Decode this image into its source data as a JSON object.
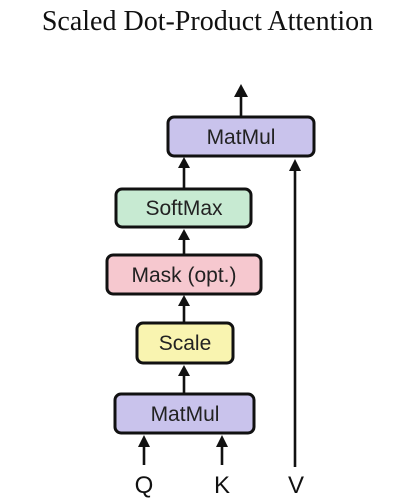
{
  "title": "Scaled Dot-Product Attention",
  "colors": {
    "matmul": "#c9c3ec",
    "softmax": "#c7ead2",
    "mask": "#f6c8cf",
    "scale": "#f9f4b0",
    "stroke": "#111111"
  },
  "blocks": {
    "matmul_top": "MatMul",
    "softmax": "SoftMax",
    "mask": "Mask (opt.)",
    "scale": "Scale",
    "matmul_bottom": "MatMul"
  },
  "inputs": {
    "q": "Q",
    "k": "K",
    "v": "V"
  }
}
